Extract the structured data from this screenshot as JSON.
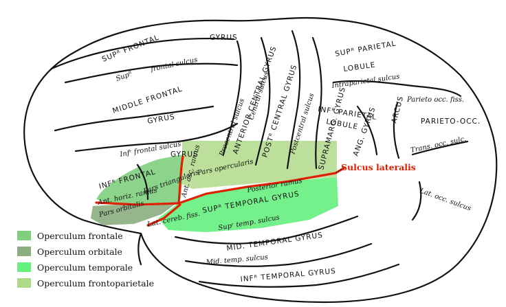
{
  "figure": {
    "sulcus_label": "Sulcus lateralis",
    "sulcus_color": "#e02000",
    "region_labels": {
      "sup_frontal_gyrus_a": "SUPᴿ FRONTAL",
      "sup_frontal_gyrus_b": "GYRUS",
      "sup_frontal_sulcus_a": "Supᴿ",
      "sup_frontal_sulcus_b": "frontal sulcus",
      "middle_frontal_a": "MIDDLE FRONTAL",
      "middle_frontal_b": "GYRUS",
      "inf_frontal_sulcus": "Infʳ frontal sulcus",
      "inf_frontal_gyrus_a": "INFᴿ FRONTAL",
      "inf_frontal_gyrus_b": "GYRUS",
      "pars_triangularis": "Pars triangularis",
      "pars_opercularis": "Pars opercularis",
      "pars_orbitalis": "Pars orbitalis",
      "ant_horiz_ramus": "Ant. horiz. ramus",
      "ant_asc_ramus": "Ant. asc. ramus",
      "precentral_sulcus": "Precentral sulcus",
      "anterior_central_gyrus": "ANTERIOR CENTRAL GYRUS",
      "central_sulcus": "Central sulcus",
      "posterior_central_gyrus": "POSTᴿ CENTRAL GYRUS",
      "postcentral_sulcus": "Postcentral sulcus",
      "sup_parietal_lobule_a": "SUPᴿ PARIETAL",
      "sup_parietal_lobule_b": "LOBULE",
      "intraparietal_sulcus": "Intraparietal sulcus",
      "inf_parietal_lobule_a": "INFᴿ PARIETAL",
      "inf_parietal_lobule_b": "LOBULE",
      "supramarg_gyrus": "SUPRAMARG. GYRUS",
      "ang_gyrus": "ANG. GYRUS",
      "arcus": "ARCUS",
      "parieto_occ_fiss": "Parieto occ. fiss.",
      "parieto_occ": "PARIETO-OCC.",
      "trans_occ_sulc": "Trans. occ. sulc.",
      "lat_occ_sulcus": "Lat. occ. sulcus",
      "posterior_ramus": "Posterior ramus",
      "lat_cereb_fiss": "Lat. cereb. fiss.",
      "sup_temporal_gyrus": "SUPᴿ TEMPORAL GYRUS",
      "sup_temp_sulcus": "Supʳ temp. sulcus",
      "mid_temporal_gyrus": "MID. TEMPORAL GYRUS",
      "mid_temp_sulcus": "Mid. temp. sulcus",
      "inf_temporal_gyrus": "INFᴿ TEMPORAL GYRUS"
    }
  },
  "legend": [
    {
      "label": "Operculum frontale",
      "color": "#7fcf7f"
    },
    {
      "label": "Operculum orbitale",
      "color": "#8cad7f"
    },
    {
      "label": "Operculum temporale",
      "color": "#66f07f"
    },
    {
      "label": "Operculum frontoparietale",
      "color": "#b0d98a"
    }
  ]
}
